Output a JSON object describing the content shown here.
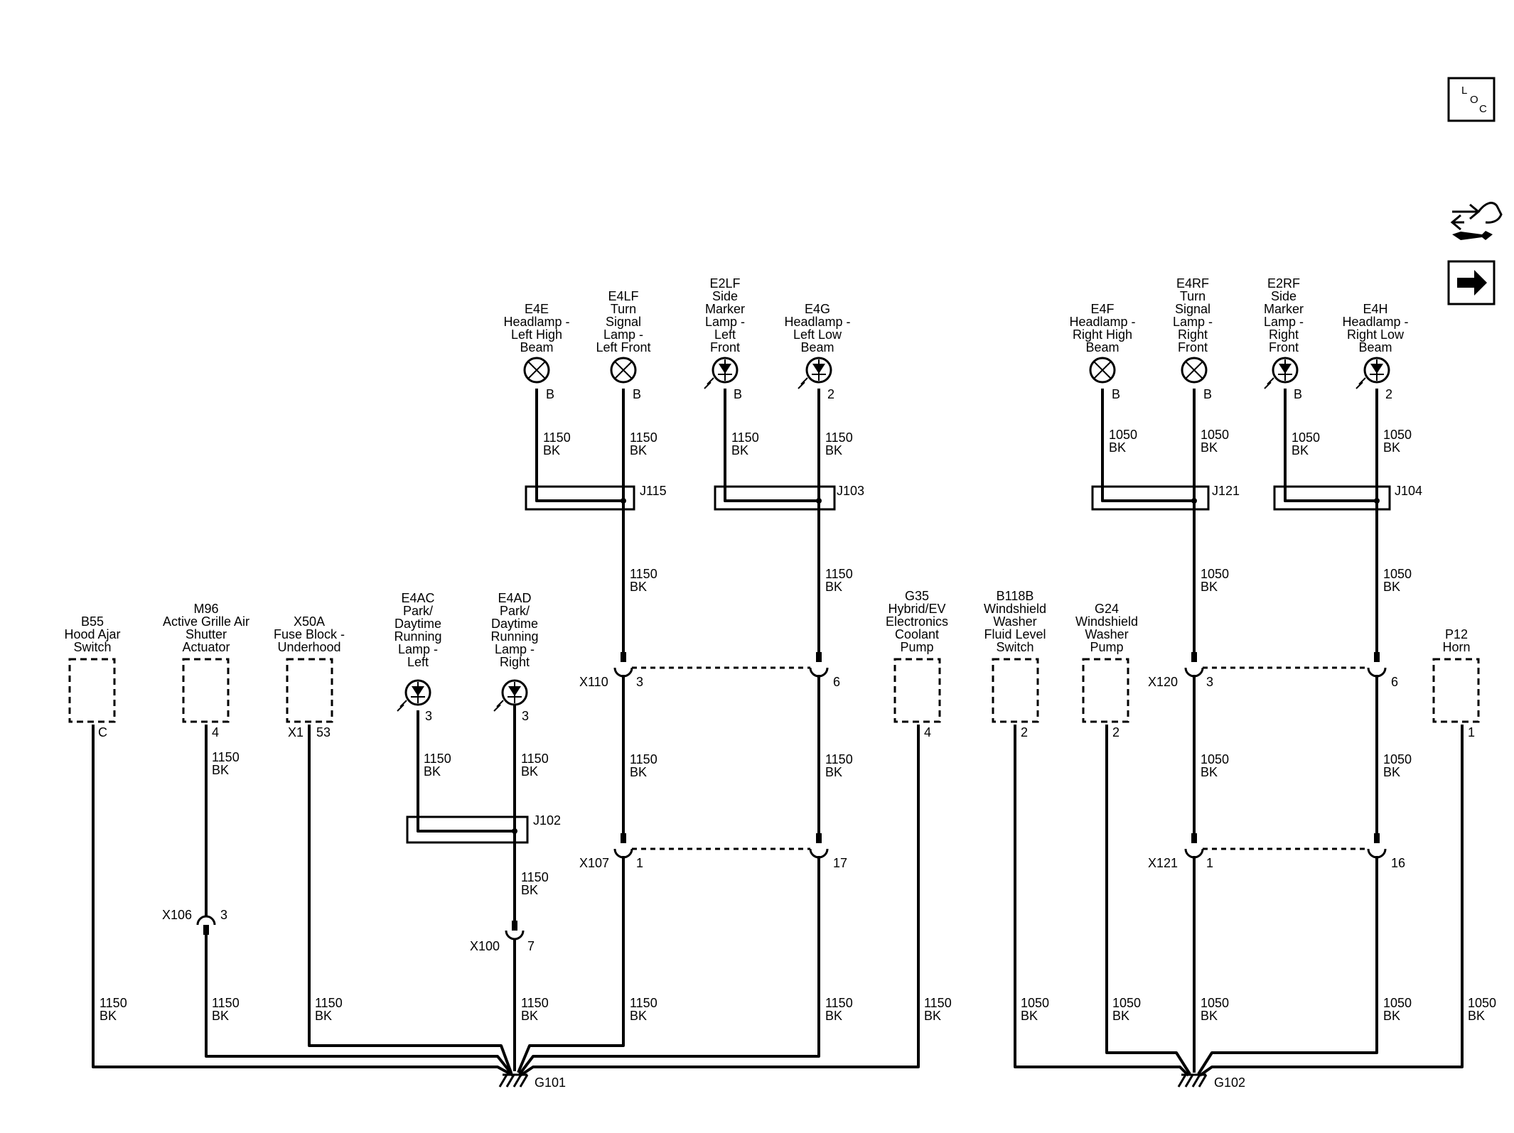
{
  "icons": {
    "loc": "loc-icon",
    "harness": "harness-icon",
    "next": "arrow-right-icon"
  },
  "loc_letters": [
    "L",
    "O",
    "C"
  ],
  "components": {
    "E4E": [
      "E4E",
      "Headlamp -",
      "Left High",
      "Beam"
    ],
    "E4LF": [
      "E4LF",
      "Turn",
      "Signal",
      "Lamp -",
      "Left Front"
    ],
    "E2LF": [
      "E2LF",
      "Side",
      "Marker",
      "Lamp -",
      "Left",
      "Front"
    ],
    "E4G": [
      "E4G",
      "Headlamp -",
      "Left Low",
      "Beam"
    ],
    "E4F": [
      "E4F",
      "Headlamp -",
      "Right High",
      "Beam"
    ],
    "E4RF": [
      "E4RF",
      "Turn",
      "Signal",
      "Lamp -",
      "Right",
      "Front"
    ],
    "E2RF": [
      "E2RF",
      "Side",
      "Marker",
      "Lamp -",
      "Right",
      "Front"
    ],
    "E4H": [
      "E4H",
      "Headlamp -",
      "Right Low",
      "Beam"
    ],
    "B55": [
      "B55",
      "Hood Ajar",
      "Switch"
    ],
    "M96": [
      "M96",
      "Active Grille Air",
      "Shutter",
      "Actuator"
    ],
    "X50A": [
      "X50A",
      "Fuse Block -",
      "Underhood"
    ],
    "E4AC": [
      "E4AC",
      "Park/",
      "Daytime",
      "Running",
      "Lamp -",
      "Left"
    ],
    "E4AD": [
      "E4AD",
      "Park/",
      "Daytime",
      "Running",
      "Lamp -",
      "Right"
    ],
    "G35": [
      "G35",
      "Hybrid/EV",
      "Electronics",
      "Coolant",
      "Pump"
    ],
    "B118B": [
      "B118B",
      "Windshield",
      "Washer",
      "Fluid Level",
      "Switch"
    ],
    "G24": [
      "G24",
      "Windshield",
      "Washer",
      "Pump"
    ],
    "P12": [
      "P12",
      "Horn"
    ]
  },
  "pins": {
    "E4E": "B",
    "E4LF": "B",
    "E2LF": "B",
    "E4G": "2",
    "E4F": "B",
    "E4RF": "B",
    "E2RF": "B",
    "E4H": "2",
    "B55": "C",
    "M96": "4",
    "X50A_conn": "X1",
    "X50A": "53",
    "E4AC": "3",
    "E4AD": "3",
    "G35": "4",
    "B118B": "2",
    "G24": "2",
    "P12": "1"
  },
  "splices": [
    "J115",
    "J103",
    "J121",
    "J104",
    "J102"
  ],
  "inline_connectors": {
    "X110": [
      "X110",
      "3",
      "6"
    ],
    "X107": [
      "X107",
      "1",
      "17"
    ],
    "X120": [
      "X120",
      "3",
      "6"
    ],
    "X121": [
      "X121",
      "1",
      "16"
    ],
    "X106": [
      "X106",
      "3"
    ],
    "X100": [
      "X100",
      "7"
    ]
  },
  "wire_1150": [
    "1150",
    "BK"
  ],
  "wire_1050": [
    "1050",
    "BK"
  ],
  "grounds": [
    "G101",
    "G102"
  ]
}
